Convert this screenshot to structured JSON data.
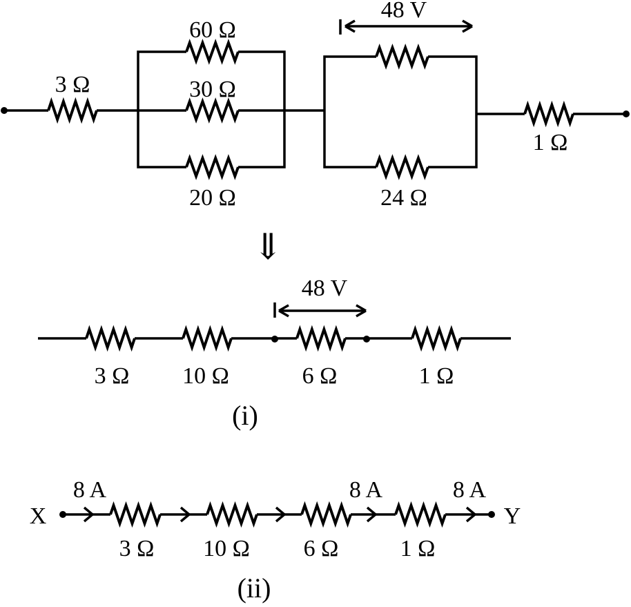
{
  "original_circuit": {
    "labels": {
      "r3": "3 Ω",
      "r60": "60 Ω",
      "r30": "30 Ω",
      "r20": "20 Ω",
      "r24": "24 Ω",
      "r1": "1 Ω",
      "voltage": "48 V"
    }
  },
  "transform_arrow": "⇓",
  "circuit_i": {
    "labels": {
      "r3": "3 Ω",
      "r10": "10 Ω",
      "r6": "6 Ω",
      "r1": "1 Ω",
      "voltage": "48 V"
    },
    "caption": "(i)"
  },
  "circuit_ii": {
    "terminal_x": "X",
    "terminal_y": "Y",
    "labels": {
      "r3": "3 Ω",
      "r10": "10 Ω",
      "r6": "6 Ω",
      "r1": "1 Ω"
    },
    "currents": [
      "8 A",
      "8 A",
      "8 A"
    ],
    "caption": "(ii)"
  }
}
